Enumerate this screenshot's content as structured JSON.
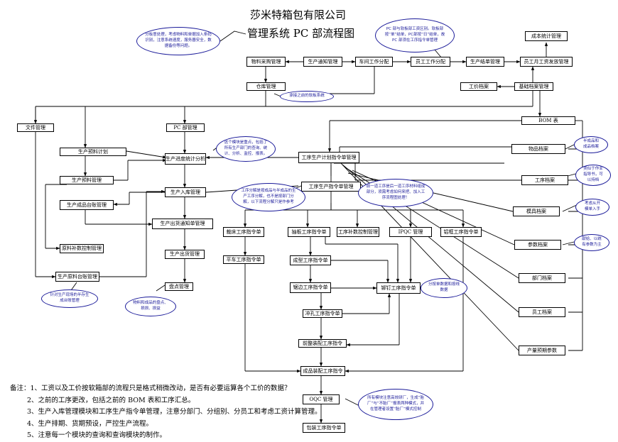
{
  "title": {
    "company": "莎米特箱包有限公司",
    "system": "管理系统 PC 部流程图"
  },
  "boxes": {
    "cost_stats": "成本统计管理",
    "material_purchase": "物料采购管理",
    "production_notice": "生产通知管理",
    "workshop_assign": "车间工作分配",
    "worker_assign": "员工工作分配",
    "production_settle": "生产结单管理",
    "monthly_wage": "员工月工资发放管理",
    "warehouse": "仓库管理",
    "work_archive": "工价档案",
    "base_archive": "基础档案管理",
    "file_mgmt": "文件管理",
    "pc_dept": "PC 部管理",
    "bom": "BOM 表",
    "production_plan": "生产预料计划",
    "progress_stats": "生产进度统计分析",
    "process_plan_order": "工序生产计划指令单管理",
    "product_archive": "物品档案",
    "production_prep": "生产预料管理",
    "process_order": "工序生产指令单管理",
    "process_archive": "工序档案",
    "production_inbound": "生产入库管理",
    "finished_ledger": "生产成品台账管理",
    "mold_archive": "模具档案",
    "outbound_notice": "生产出货通知单管理",
    "cutting_order": "裁床工序指令单",
    "plate_order": "抽板工序指令单",
    "process_fill": "工序补数控制管理",
    "ipqc": "IPQC 管理",
    "alum_order": "铝框工序指令单",
    "param_archive": "参数档案",
    "raw_fill": "原料补数控制管理",
    "production_outbound": "生产出货管理",
    "flat_car_order": "平车工序指令单",
    "forming_order": "成型工序指令单",
    "raw_ledger": "生产原料台账管理",
    "dept_archive": "部门档案",
    "inventory": "盘点管理",
    "edge_order": "锯边工序指令单",
    "rivet_order": "铆钉工序指令单",
    "staff_archive": "员工档案",
    "punch_order": "冲孔工序指令单",
    "pre_assembly": "前整装配工序指令",
    "capacity_params": "产量预期参数",
    "finished_assembly": "成品装配工序指令",
    "oqc": "OQC 管理",
    "packing_order": "包装工序指令单"
  },
  "bubbles": {
    "b_cut_prod": "分板意处理，考虑物料和单据加入条码识别，注意系统速度，服务器安全，数据备份等问题。",
    "b_pc_feedback": "PC 部与软板部工资区别。软板部按“单”结单，PC部按“日”结单，故 PC 部须在工序指令单管理",
    "b_legacy": "承接之前的软板系统",
    "b_key_module": "这个模块是重点，包括了所有生产部门的查询、统计、分析、监控、报表。",
    "b_semi": "半成品和成品档案",
    "b_process_sort": "工序分解是按成品与半成品的生产工序分解，也不是按部门分解，以下流程分解只是作参考",
    "b_prev_next": "前一道工序是后一道工序材料组成部分，须需考虑如何来把、加入工序流程图处理！",
    "b_process_guide": "类似于作业指导书，可以持档",
    "b_mold": "考虑从开模单入手",
    "b_params": "献给、以统有参数为主",
    "b_raw_ledger": "针对生产现场的半存生成台账管理",
    "b_inventory": "物料和成品的盘点、损损、损益",
    "b_rivet_split": "分按单数据和按线数据",
    "b_oqc": "所有模块注意高效研厂，生成“胎厂”与“不胎厂”报表两种模式，并在管理者设置“胎厂”模式控制"
  },
  "notes": [
    "备注：1、工资以及工价按软箱部的流程只是格式稍微改动，是否有必要运算各个工价的数据？",
    "2、之前的工序更改，包括之前的 BOM 表和工序汇总。",
    "3、生产入库管理模块和工序生产指令单管理，注意分部门、分组别、分员工和考虑工资计算管理。",
    "4、生产排期、货期预设，严控生产流程。",
    "5、注意每一个模块的查询和查询模块的制作。"
  ]
}
